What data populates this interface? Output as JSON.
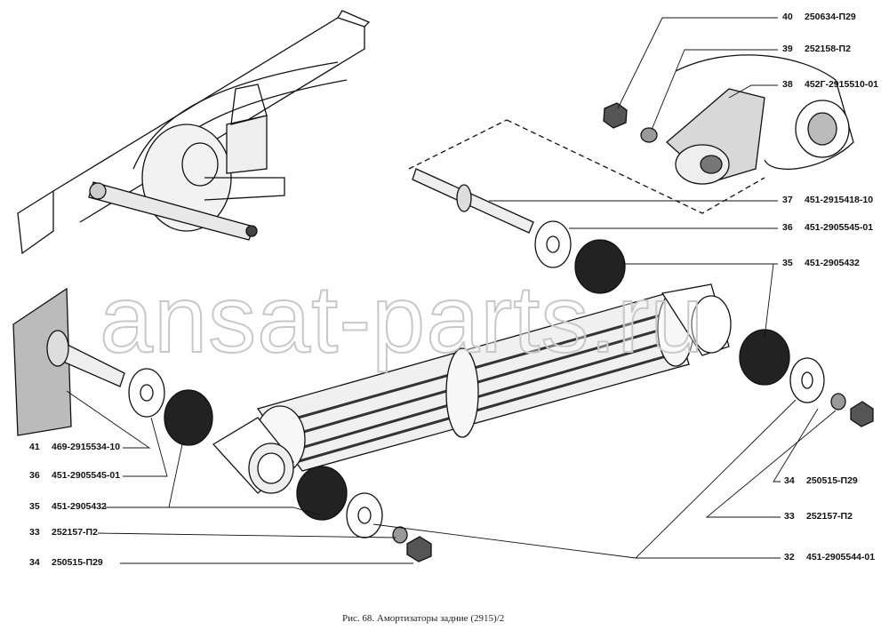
{
  "figure": {
    "caption": "Рис. 68. Амортизаторы задние (2915)/2",
    "watermark": "ansat-parts.ru"
  },
  "callouts_right": [
    {
      "num": "40",
      "part": "250634-П29"
    },
    {
      "num": "39",
      "part": "252158-П2"
    },
    {
      "num": "38",
      "part": "452Г-2915510-01"
    },
    {
      "num": "37",
      "part": "451-2915418-10"
    },
    {
      "num": "36",
      "part": "451-2905545-01"
    },
    {
      "num": "35",
      "part": "451-2905432"
    },
    {
      "num": "34",
      "part": "250515-П29"
    },
    {
      "num": "33",
      "part": "252157-П2"
    },
    {
      "num": "32",
      "part": "451-2905544-01"
    }
  ],
  "callouts_left": [
    {
      "num": "41",
      "part": "469-2915534-10"
    },
    {
      "num": "36",
      "part": "451-2905545-01"
    },
    {
      "num": "35",
      "part": "451-2905432"
    },
    {
      "num": "33",
      "part": "252157-П2"
    },
    {
      "num": "34",
      "part": "250515-П29"
    }
  ]
}
